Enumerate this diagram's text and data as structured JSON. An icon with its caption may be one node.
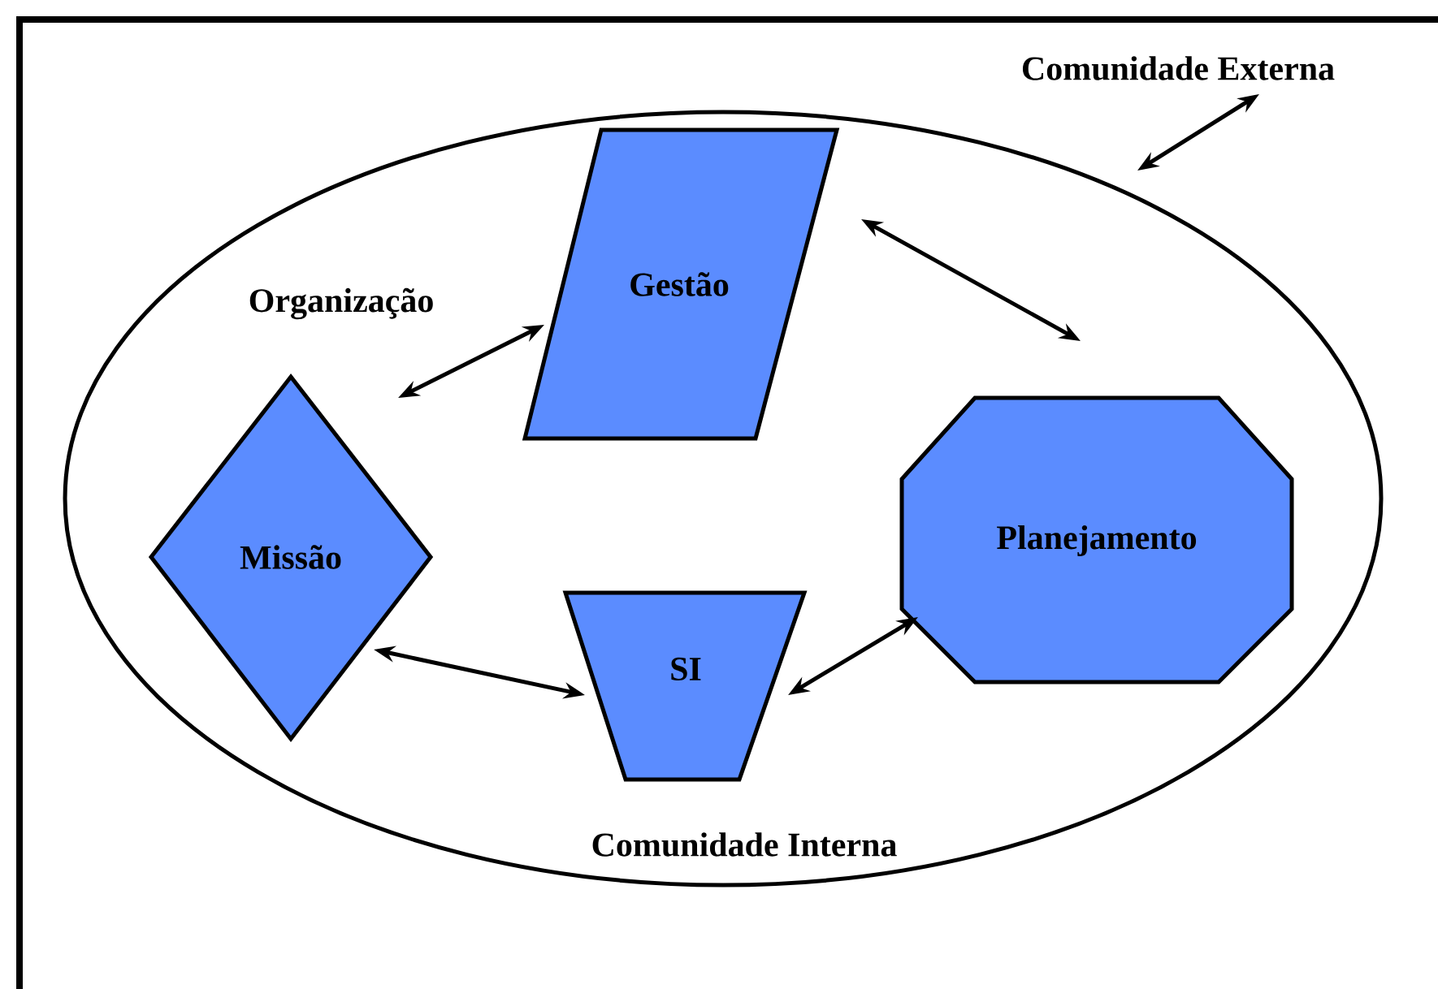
{
  "diagram": {
    "nodes": [
      {
        "text": [
          "Comunidade Interna"
        ]
      },
      {
        "text": [
          "Organização"
        ],
        "in": 0
      },
      {
        "text": [
          "Gestão"
        ],
        "in": 0
      },
      {
        "text": [
          "Missão"
        ],
        "in": 0
      },
      {
        "text": [
          "Planejamento"
        ],
        "in": 0
      },
      {
        "text": [
          "SI"
        ],
        "in": 0
      },
      {
        "text": [
          "Comunidade Externa"
        ]
      }
    ],
    "edges": [
      {
        "from": 6,
        "to": 0,
        "arrow": "both"
      },
      {
        "from": 1,
        "to": 2,
        "arrow": "both"
      },
      {
        "from": 2,
        "to": 4,
        "arrow": "both"
      },
      {
        "from": 3,
        "to": 5,
        "arrow": "both"
      },
      {
        "from": 5,
        "to": 4,
        "arrow": "both"
      }
    ]
  }
}
